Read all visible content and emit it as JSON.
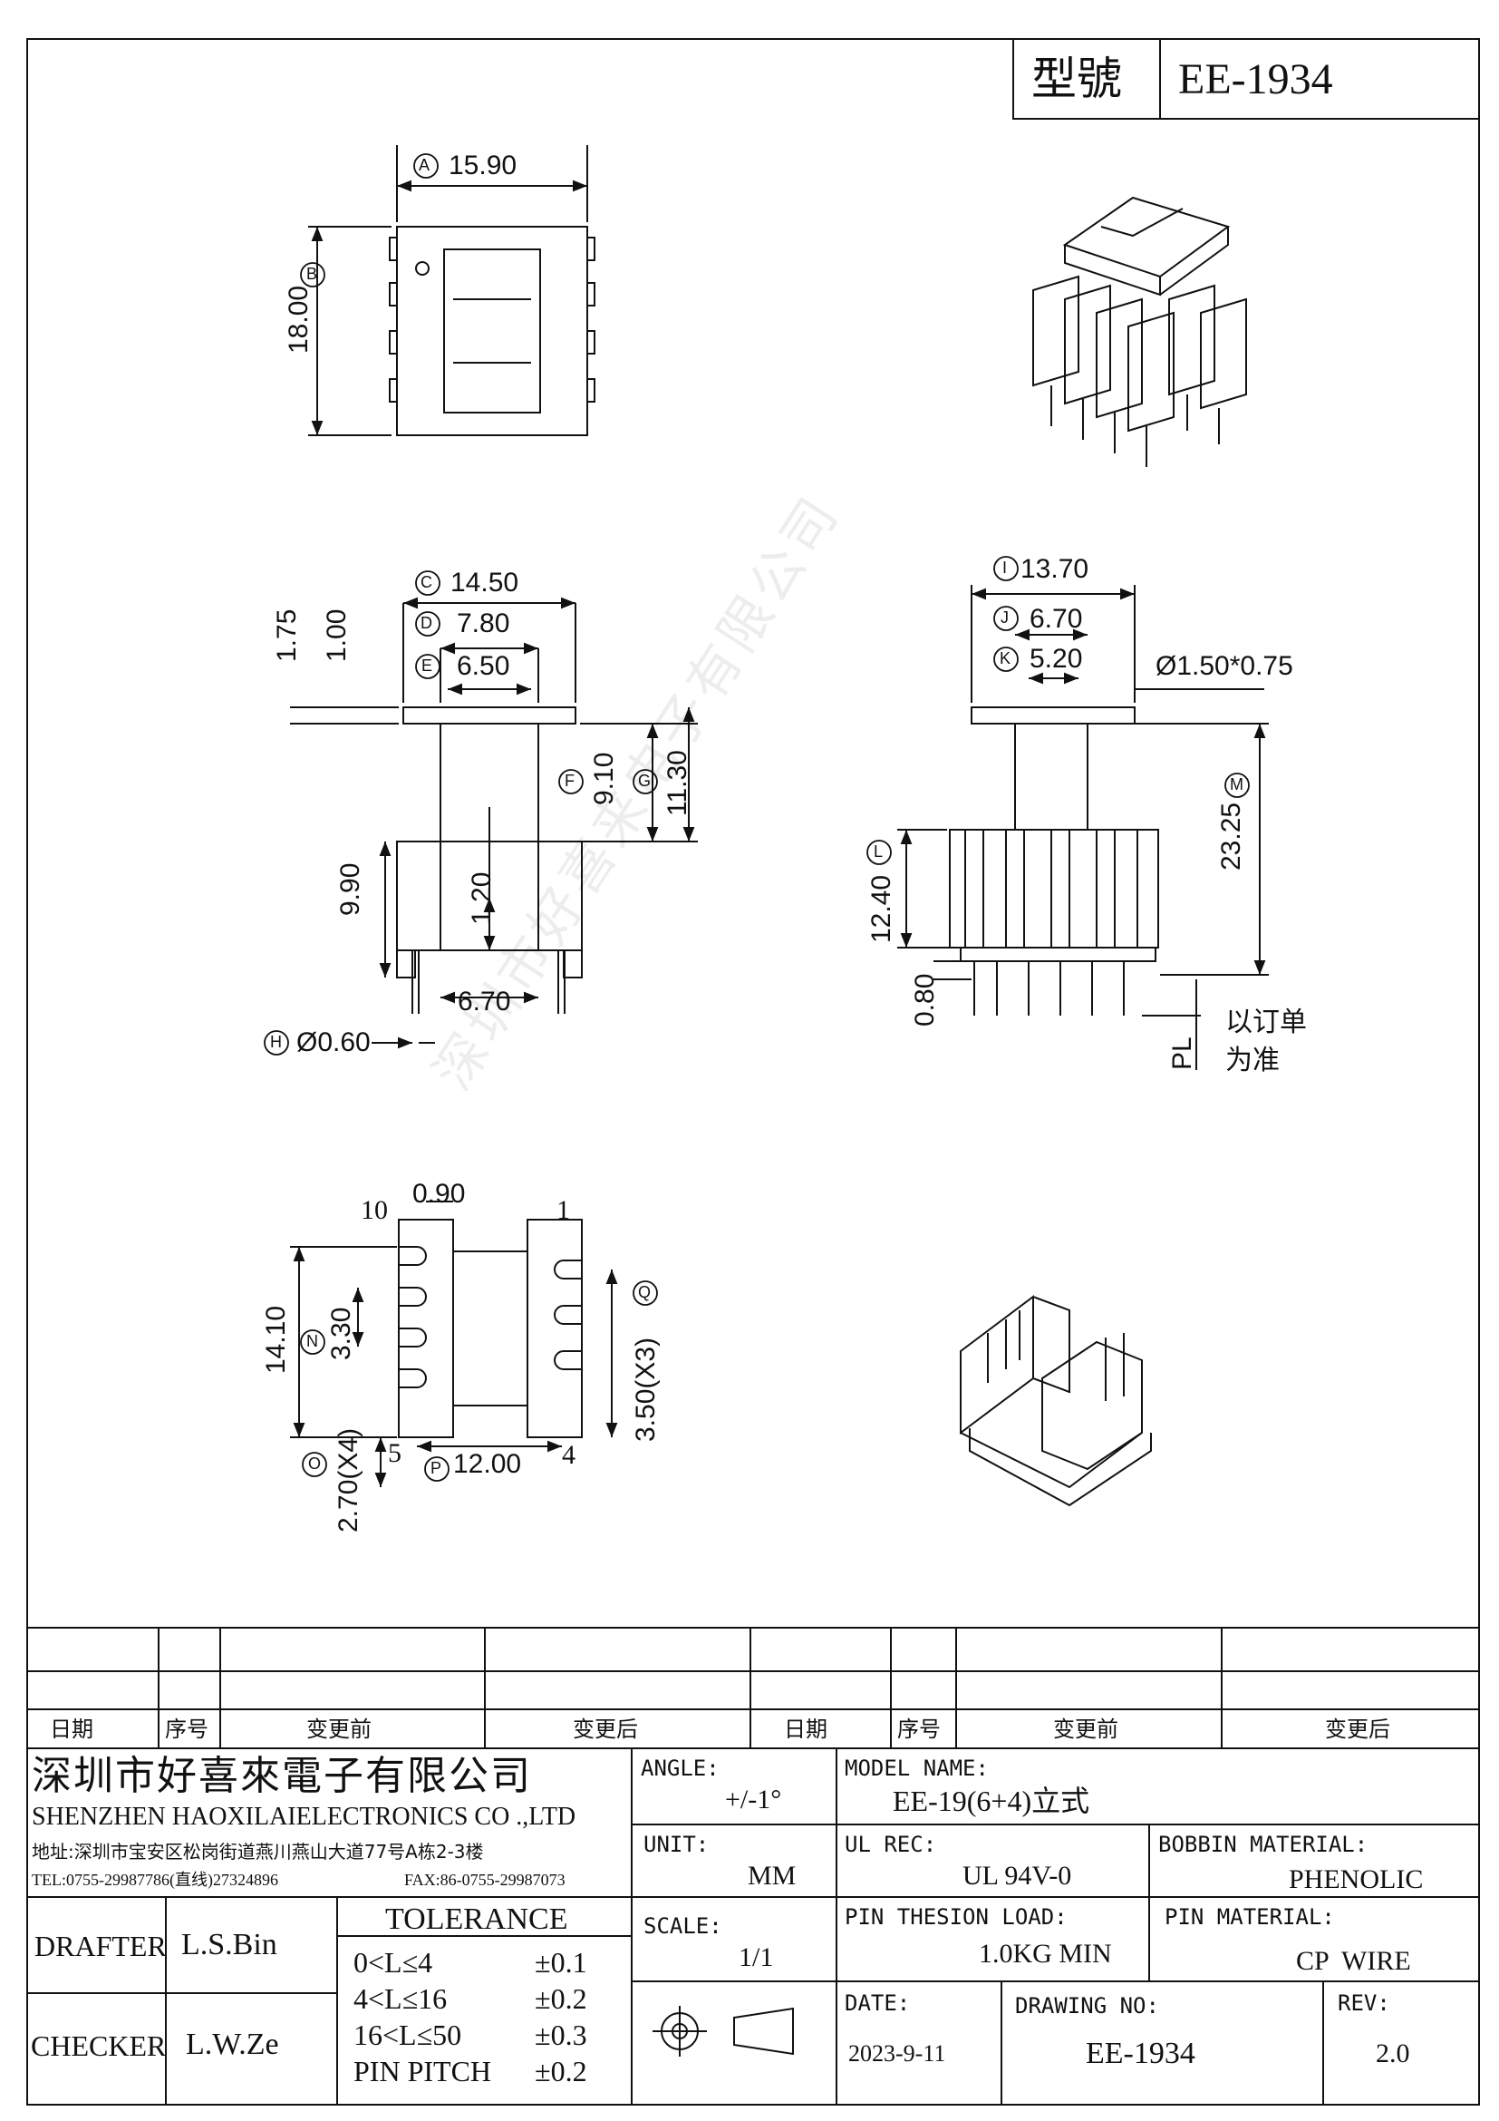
{
  "header": {
    "model_label": "型號",
    "model_value": "EE-1934"
  },
  "dims": {
    "A": "15.90",
    "B": "18.00",
    "C": "14.50",
    "D": "7.80",
    "E": "6.50",
    "F": "9.10",
    "G": "11.30",
    "H": "Ø0.60",
    "I": "13.70",
    "J": "6.70",
    "K": "5.20",
    "L": "12.40",
    "M": "23.25",
    "N": "3.30",
    "O": "2.70(X4)",
    "P": "12.00",
    "Q": "3.50(X3)",
    "v1_75": "1.75",
    "v1_00": "1.00",
    "v9_90": "9.90",
    "v1_20": "1.20",
    "v6_70b": "6.70",
    "hole": "Ø1.50*0.75",
    "v0_80": "0.80",
    "pl": "PL",
    "order_note_1": "以订单",
    "order_note_2": "为准",
    "v14_10": "14.10",
    "v0_90": "0.90",
    "pin10": "10",
    "pin1": "1",
    "pin5": "5",
    "pin4": "4"
  },
  "revision_table": {
    "headers": [
      "日期",
      "序号",
      "变更前",
      "变更后",
      "日期",
      "序号",
      "变更前",
      "变更后"
    ]
  },
  "company": {
    "name_cn": "深圳市好喜來電子有限公司",
    "name_en": "SHENZHEN HAOXILAIELECTRONICS CO .,LTD",
    "address": "地址:深圳市宝安区松岗街道燕川燕山大道77号A栋2-3楼",
    "tel": "TEL:0755-29987786(直线)27324896",
    "fax": "FAX:86-0755-29987073"
  },
  "title_block": {
    "drafter_label": "DRAFTER",
    "drafter_value": "L.S.Bin",
    "checker_label": "CHECKER",
    "checker_value": "L.W.Ze",
    "tolerance_title": "TOLERANCE",
    "tolerance_rows": [
      {
        "range": "0<L≤4",
        "value": "±0.1"
      },
      {
        "range": "4<L≤16",
        "value": "±0.2"
      },
      {
        "range": "16<L≤50",
        "value": "±0.3"
      },
      {
        "range": "PIN PITCH",
        "value": "±0.2"
      }
    ],
    "angle_label": "ANGLE:",
    "angle_value": "+/-1°",
    "unit_label": "UNIT:",
    "unit_value": "MM",
    "scale_label": "SCALE:",
    "scale_value": "1/1",
    "model_name_label": "MODEL NAME:",
    "model_name_value": "EE-19(6+4)立式",
    "ul_rec_label": "UL REC:",
    "ul_rec_value": "UL 94V-0",
    "bobbin_material_label": "BOBBIN MATERIAL:",
    "bobbin_material_value": "PHENOLIC",
    "pin_load_label": "PIN THESION LOAD:",
    "pin_load_value": "1.0KG MIN",
    "pin_material_label": "PIN MATERIAL:",
    "pin_material_value": "CP  WIRE",
    "date_label": "DATE:",
    "date_value": "2023-9-11",
    "drawing_no_label": "DRAWING NO:",
    "drawing_no_value": "EE-1934",
    "rev_label": "REV:",
    "rev_value": "2.0"
  },
  "watermark": "深圳市好喜来电子有限公司"
}
